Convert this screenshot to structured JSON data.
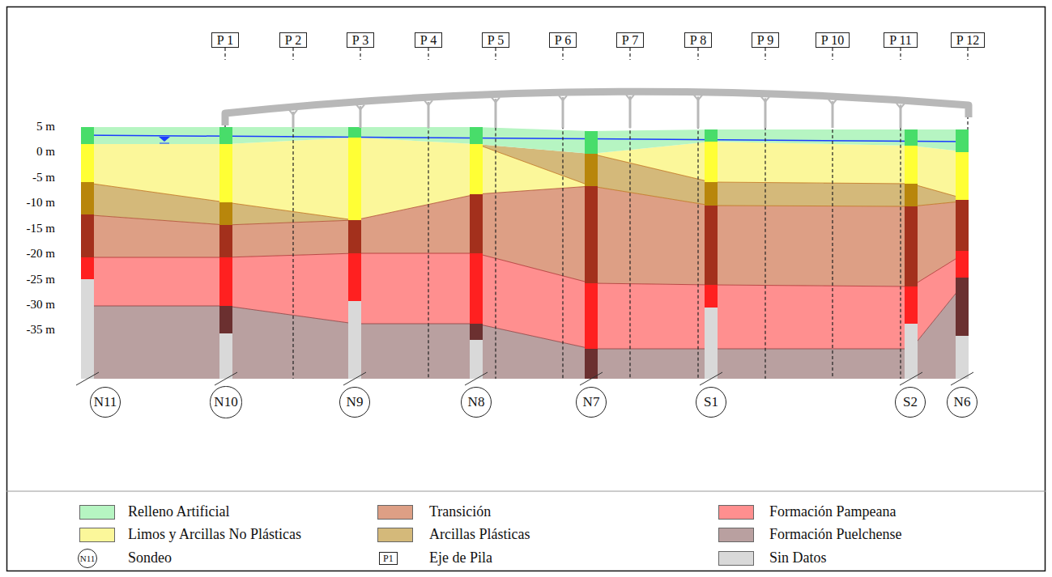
{
  "diagram": {
    "nodes": [
      {
        "text": [
          "P 1"
        ]
      },
      {
        "text": [
          "P 2"
        ]
      },
      {
        "text": [
          "P 3"
        ]
      },
      {
        "text": [
          "P 4"
        ]
      },
      {
        "text": [
          "P 5"
        ]
      },
      {
        "text": [
          "P 6"
        ]
      },
      {
        "text": [
          "P 7"
        ]
      },
      {
        "text": [
          "P 8"
        ]
      },
      {
        "text": [
          "P 9"
        ]
      },
      {
        "text": [
          "P 10"
        ]
      },
      {
        "text": [
          "P 11"
        ]
      },
      {
        "text": [
          "P 12"
        ]
      },
      {
        "text": [
          "N11"
        ]
      },
      {
        "text": [
          "N10"
        ]
      },
      {
        "text": [
          "N9"
        ]
      },
      {
        "text": [
          "N8"
        ]
      },
      {
        "text": [
          "N7"
        ]
      },
      {
        "text": [
          "S1"
        ]
      },
      {
        "text": [
          "S2"
        ]
      },
      {
        "text": [
          "N6"
        ]
      }
    ],
    "labels": [
      "5 m",
      "0 m",
      "-5 m",
      "-10 m",
      "-15 m",
      "-20 m",
      "-25 m",
      "-30 m",
      "-35 m",
      "N11",
      "P1"
    ],
    "legend": [
      {
        "text": "Relleno Artificial",
        "color": "#b6f5c2"
      },
      {
        "text": "Transición",
        "color": "#dd9f85"
      },
      {
        "text": "Formación Pampeana",
        "color": "#ff8f8f"
      },
      {
        "text": "Limos y Arcillas No Plásticas",
        "color": "#fbf79a"
      },
      {
        "text": "Arcillas Plásticas",
        "color": "#d4b97a"
      },
      {
        "text": "Formación Puelchense",
        "color": "#b9a0a0"
      },
      {
        "text": "Sondeo"
      },
      {
        "text": "Eje de Pila"
      },
      {
        "text": "Sin Datos",
        "color": "#d9d9d9"
      }
    ]
  }
}
